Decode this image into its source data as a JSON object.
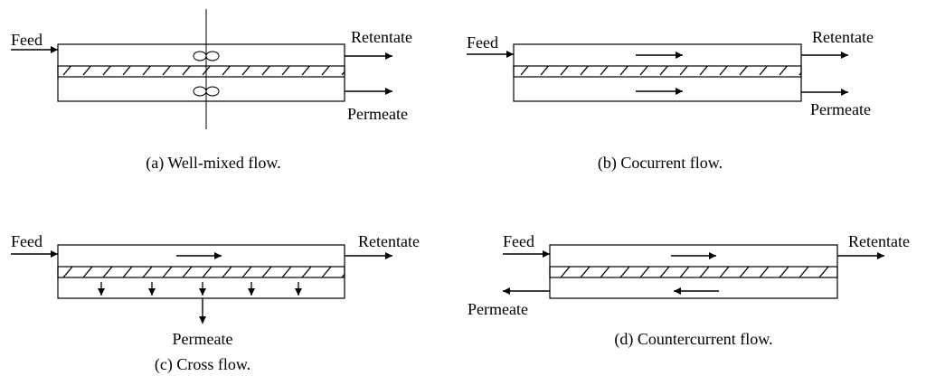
{
  "panels": {
    "a": {
      "feed": "Feed",
      "retentate": "Retentate",
      "permeate": "Permeate",
      "caption": "(a) Well-mixed flow."
    },
    "b": {
      "feed": "Feed",
      "retentate": "Retentate",
      "permeate": "Permeate",
      "caption": "(b) Cocurrent flow."
    },
    "c": {
      "feed": "Feed",
      "retentate": "Retentate",
      "permeate": "Permeate",
      "caption": "(c) Cross flow."
    },
    "d": {
      "feed": "Feed",
      "retentate": "Retentate",
      "permeate": "Permeate",
      "caption": "(d) Countercurrent flow."
    }
  },
  "colors": {
    "line": "#000000",
    "background": "#ffffff"
  }
}
